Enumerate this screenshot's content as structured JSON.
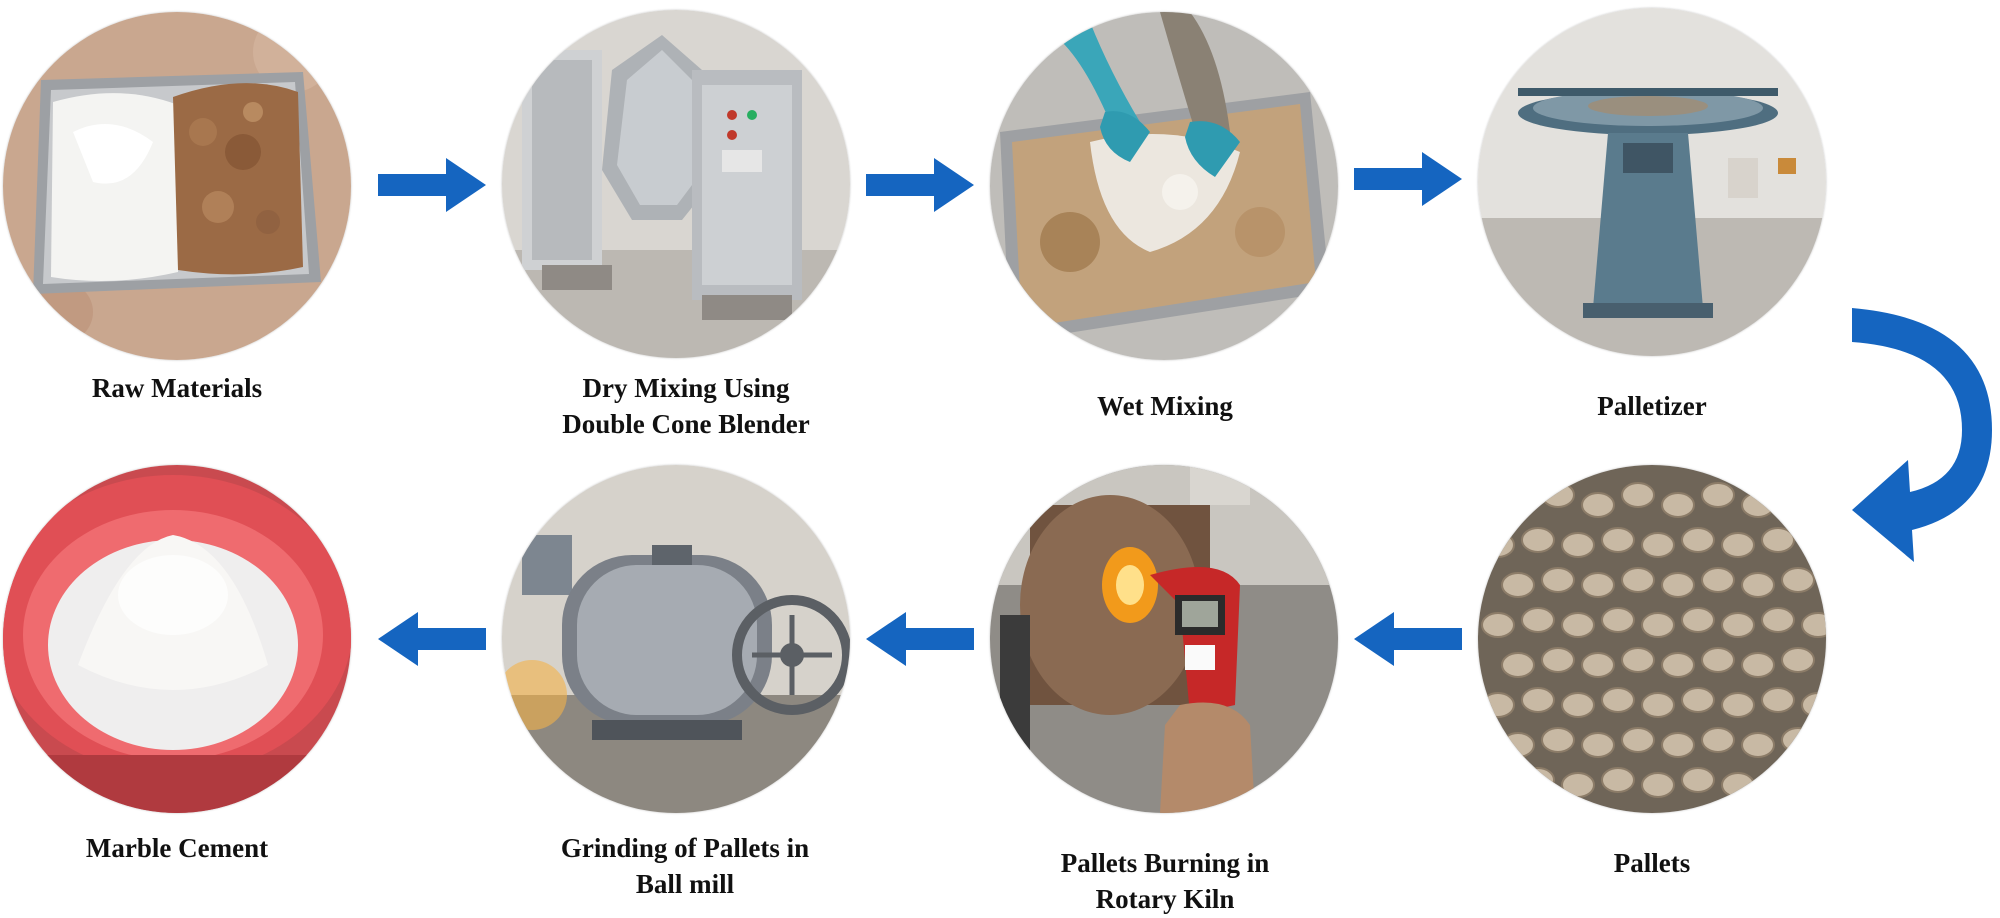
{
  "steps": [
    {
      "id": "raw-materials",
      "label": "Raw Materials",
      "icon": "raw-materials-photo"
    },
    {
      "id": "dry-mixing",
      "label": "Dry Mixing Using\nDouble Cone Blender",
      "icon": "double-cone-blender-photo"
    },
    {
      "id": "wet-mixing",
      "label": "Wet Mixing",
      "icon": "wet-mixing-photo"
    },
    {
      "id": "palletizer",
      "label": "Palletizer",
      "icon": "palletizer-photo"
    },
    {
      "id": "pallets",
      "label": "Pallets",
      "icon": "pallets-photo"
    },
    {
      "id": "rotary-kiln",
      "label": "Pallets Burning in\nRotary Kiln",
      "icon": "rotary-kiln-photo"
    },
    {
      "id": "ball-mill",
      "label": "Grinding of Pallets in\nBall mill",
      "icon": "ball-mill-photo"
    },
    {
      "id": "marble-cement",
      "label": "Marble Cement",
      "icon": "marble-cement-photo"
    }
  ],
  "colors": {
    "arrow": "#1565c0",
    "arrow_dark": "#0d47a1",
    "label": "#111111"
  }
}
